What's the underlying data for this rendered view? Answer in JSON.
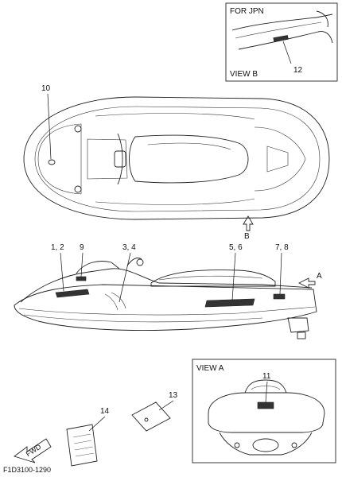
{
  "view_b": {
    "title_top": "FOR JPN",
    "title_bottom": "VIEW B",
    "callout": "12"
  },
  "view_a": {
    "title": "VIEW A",
    "callout": "11"
  },
  "top_view": {
    "callout_10": "10",
    "arrow_b": "B"
  },
  "side_view": {
    "callouts": [
      "1, 2",
      "9",
      "3, 4",
      "5, 6",
      "7, 8"
    ],
    "arrow_a": "A"
  },
  "parts": {
    "callout_13": "13",
    "callout_14": "14"
  },
  "fwd_label": "FWD",
  "figure_code": "F1D3100-1290"
}
